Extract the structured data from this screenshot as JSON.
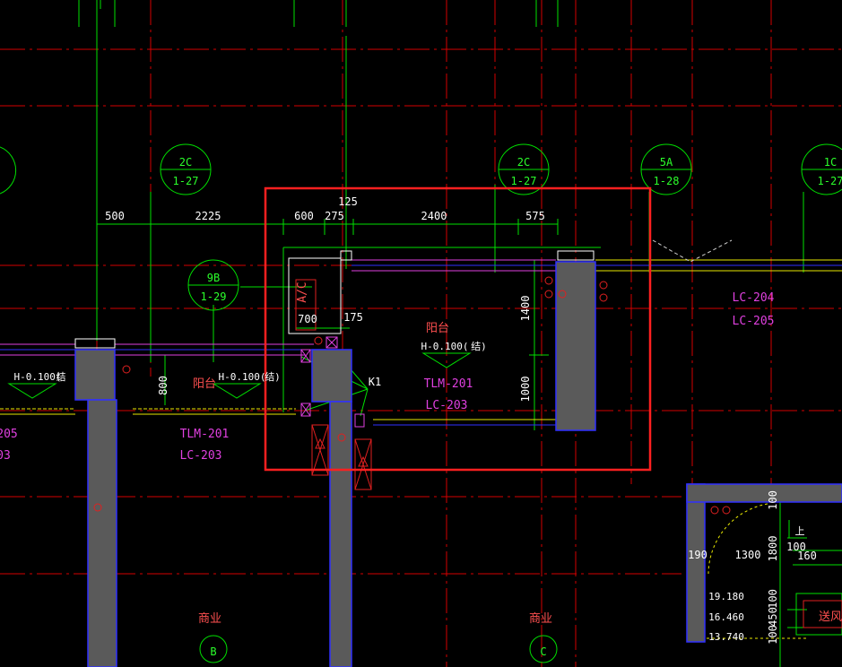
{
  "axis_labels": [
    "B",
    "C"
  ],
  "detail_refs": [
    {
      "top": "2C",
      "bottom": "1-27"
    },
    {
      "top": "2C",
      "bottom": "1-27"
    },
    {
      "top": "5A",
      "bottom": "1-28"
    },
    {
      "top": "1C",
      "bottom": "1-27"
    },
    {
      "top": "9B",
      "bottom": "1-29"
    }
  ],
  "dimensions": {
    "top_row": [
      "500",
      "2225",
      "600",
      "275",
      "2400",
      "575"
    ],
    "d125": "125",
    "d700": "700",
    "d175": "175",
    "d800": "800",
    "d1400": "1400",
    "d1000": "1000",
    "d190": "190",
    "d1300": "1300",
    "d1800": "1800",
    "d100a": "100",
    "d100b": "100",
    "d160": "160",
    "d100c": "100",
    "d450": "450",
    "d100d": "100"
  },
  "labels": {
    "balcony1": "阳台",
    "balcony2": "阳台",
    "level_main": "H-0.100(",
    "struct_mark": "结)",
    "level_left": "H-0.100(",
    "struct_left": "结",
    "level_mid": "H-0.100(",
    "struct_mid": "结)",
    "tlm_left": "TLM-201",
    "lc_left": "LC-203",
    "tlm_mid": "TLM-201",
    "lc_mid": "LC-203",
    "lc204": "LC-204",
    "lc205": "LC-205",
    "edge205": "205",
    "edge03": "03",
    "k1": "K1",
    "av": "A/C",
    "commercial_b": "商业",
    "commercial_c": "商业",
    "up": "上",
    "fan": "送风",
    "elev1": "19.180",
    "elev2": "16.460",
    "elev3": "13.740"
  },
  "colors": {
    "grid": "#e00000",
    "dim": "#00e000",
    "wall": "#5a5a5a",
    "outline": "#3030ff",
    "magenta": "#e040e0",
    "highlight": "#ff2020",
    "yellow": "#e8e800"
  }
}
